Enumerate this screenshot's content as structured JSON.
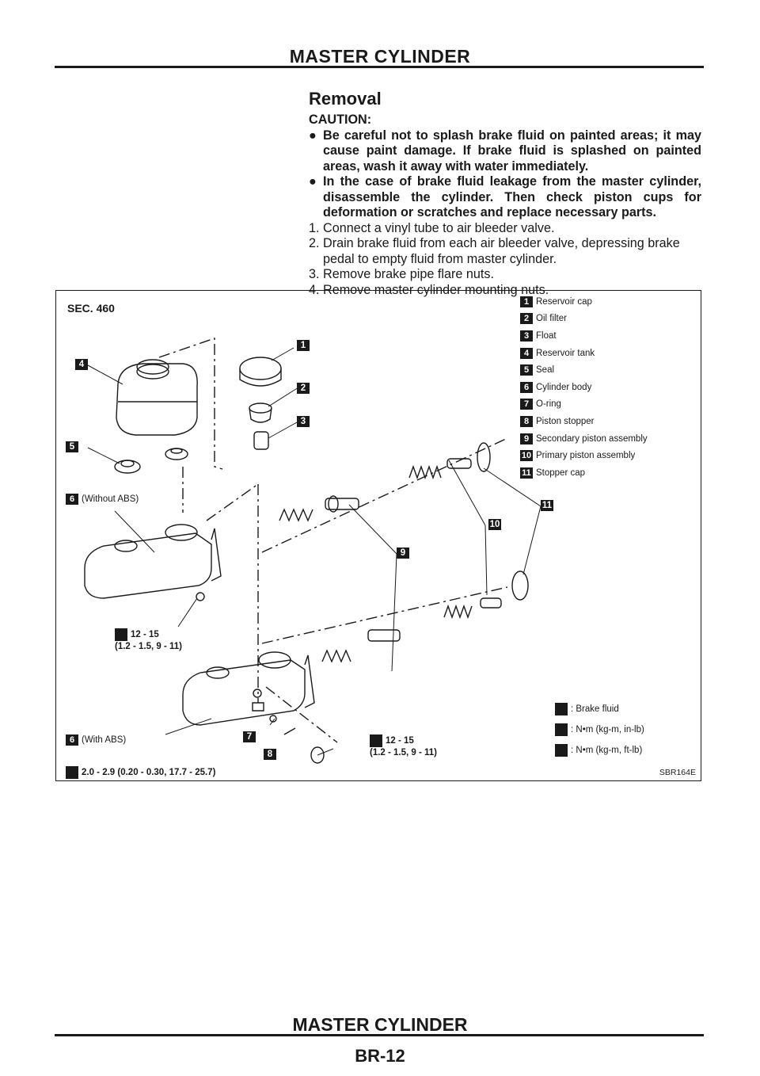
{
  "header": {
    "title": "MASTER CYLINDER"
  },
  "section": {
    "title": "Removal"
  },
  "caution": {
    "label": "CAUTION:",
    "bullets": [
      "Be careful not to splash brake fluid on painted areas; it may cause paint damage. If brake fluid is splashed on painted areas, wash it away with water immediately.",
      "In the case of brake fluid leakage from the master cylinder, disassemble the cylinder. Then check piston cups for deformation or scratches and replace necessary parts."
    ]
  },
  "steps": [
    {
      "num": "1.",
      "text": "Connect a vinyl tube to air bleeder valve."
    },
    {
      "num": "2.",
      "text": "Drain brake fluid from each air bleeder valve, depressing brake pedal to empty fluid from master cylinder."
    },
    {
      "num": "3.",
      "text": "Remove brake pipe flare nuts."
    },
    {
      "num": "4.",
      "text": "Remove master cylinder mounting nuts."
    }
  ],
  "figure": {
    "section": "SEC. 460",
    "legend": [
      {
        "num": "1",
        "label": "Reservoir cap"
      },
      {
        "num": "2",
        "label": "Oil filter"
      },
      {
        "num": "3",
        "label": "Float"
      },
      {
        "num": "4",
        "label": "Reservoir tank"
      },
      {
        "num": "5",
        "label": "Seal"
      },
      {
        "num": "6",
        "label": "Cylinder body"
      },
      {
        "num": "7",
        "label": "O-ring"
      },
      {
        "num": "8",
        "label": "Piston stopper"
      },
      {
        "num": "9",
        "label": "Secondary piston assembly"
      },
      {
        "num": "10",
        "label": "Primary piston assembly"
      },
      {
        "num": "11",
        "label": "Stopper cap"
      }
    ],
    "symbols": [
      {
        "icon": "brake-fluid-icon",
        "label": ": Brake fluid"
      },
      {
        "icon": "torque-wrench-icon",
        "label": ": N•m (kg-m, in-lb)"
      },
      {
        "icon": "torque-wrench-icon",
        "label": ": N•m (kg-m, ft-lb)"
      }
    ],
    "callouts": {
      "without_abs": "(Without ABS)",
      "with_abs": "(With ABS)",
      "n1": "1",
      "n2": "2",
      "n3": "3",
      "n4": "4",
      "n5": "5",
      "n6a": "6",
      "n6b": "6",
      "n7": "7",
      "n8": "8",
      "n9": "9",
      "n10": "10",
      "n11": "11"
    },
    "torques": {
      "upper_line1": "12 - 15",
      "upper_line2": "(1.2 - 1.5, 9 - 11)",
      "lower_line1": "12 - 15",
      "lower_line2": "(1.2 - 1.5, 9 - 11)",
      "bottom": "2.0 - 2.9 (0.20 - 0.30, 17.7 - 25.7)"
    },
    "figure_id": "SBR164E"
  },
  "footer": {
    "title": "MASTER CYLINDER",
    "page": "BR-12"
  }
}
